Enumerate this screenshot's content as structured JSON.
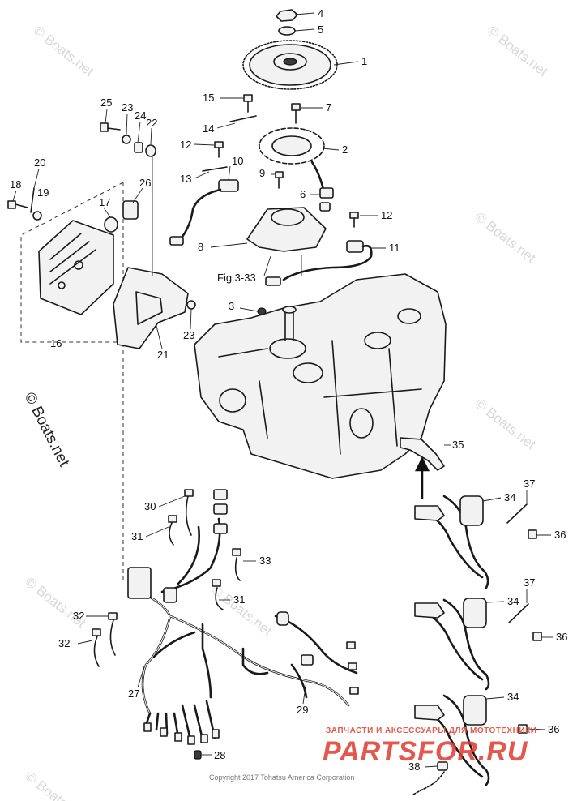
{
  "callouts": [
    {
      "id": "c1",
      "label": "1"
    },
    {
      "id": "c2",
      "label": "2"
    },
    {
      "id": "c3",
      "label": "3"
    },
    {
      "id": "c4",
      "label": "4"
    },
    {
      "id": "c5",
      "label": "5"
    },
    {
      "id": "c6",
      "label": "6"
    },
    {
      "id": "c7",
      "label": "7"
    },
    {
      "id": "c8",
      "label": "8"
    },
    {
      "id": "c9",
      "label": "9"
    },
    {
      "id": "c10",
      "label": "10"
    },
    {
      "id": "c11",
      "label": "11"
    },
    {
      "id": "c12a",
      "label": "12"
    },
    {
      "id": "c12b",
      "label": "12"
    },
    {
      "id": "c13",
      "label": "13"
    },
    {
      "id": "c14",
      "label": "14"
    },
    {
      "id": "c15",
      "label": "15"
    },
    {
      "id": "c16",
      "label": "16"
    },
    {
      "id": "c17",
      "label": "17"
    },
    {
      "id": "c18",
      "label": "18"
    },
    {
      "id": "c19",
      "label": "19"
    },
    {
      "id": "c20",
      "label": "20"
    },
    {
      "id": "c21",
      "label": "21"
    },
    {
      "id": "c22",
      "label": "22"
    },
    {
      "id": "c23a",
      "label": "23"
    },
    {
      "id": "c23b",
      "label": "23"
    },
    {
      "id": "c24",
      "label": "24"
    },
    {
      "id": "c25",
      "label": "25"
    },
    {
      "id": "c26",
      "label": "26"
    },
    {
      "id": "c27",
      "label": "27"
    },
    {
      "id": "c28",
      "label": "28"
    },
    {
      "id": "c29",
      "label": "29"
    },
    {
      "id": "c30",
      "label": "30"
    },
    {
      "id": "c31a",
      "label": "31"
    },
    {
      "id": "c31b",
      "label": "31"
    },
    {
      "id": "c32a",
      "label": "32"
    },
    {
      "id": "c32b",
      "label": "32"
    },
    {
      "id": "c33",
      "label": "33"
    },
    {
      "id": "c34a",
      "label": "34"
    },
    {
      "id": "c34b",
      "label": "34"
    },
    {
      "id": "c34c",
      "label": "34"
    },
    {
      "id": "c35",
      "label": "35"
    },
    {
      "id": "c36a",
      "label": "36"
    },
    {
      "id": "c36b",
      "label": "36"
    },
    {
      "id": "c36c",
      "label": "36"
    },
    {
      "id": "c37a",
      "label": "37"
    },
    {
      "id": "c37b",
      "label": "37"
    },
    {
      "id": "c38",
      "label": "38"
    }
  ],
  "fig_reference": "Fig.3-33",
  "watermarks": {
    "main": "© Boats.net",
    "faint": "© Boats.net"
  },
  "copyright": "Copyright 2017 Tohatsu America Corporation",
  "partsfor": {
    "tagline": "ЗАПЧАСТИ И АКСЕССУАРЫ ДЛЯ МОТОТЕХНИКИ",
    "logo": "PARTSFOR.RU"
  }
}
